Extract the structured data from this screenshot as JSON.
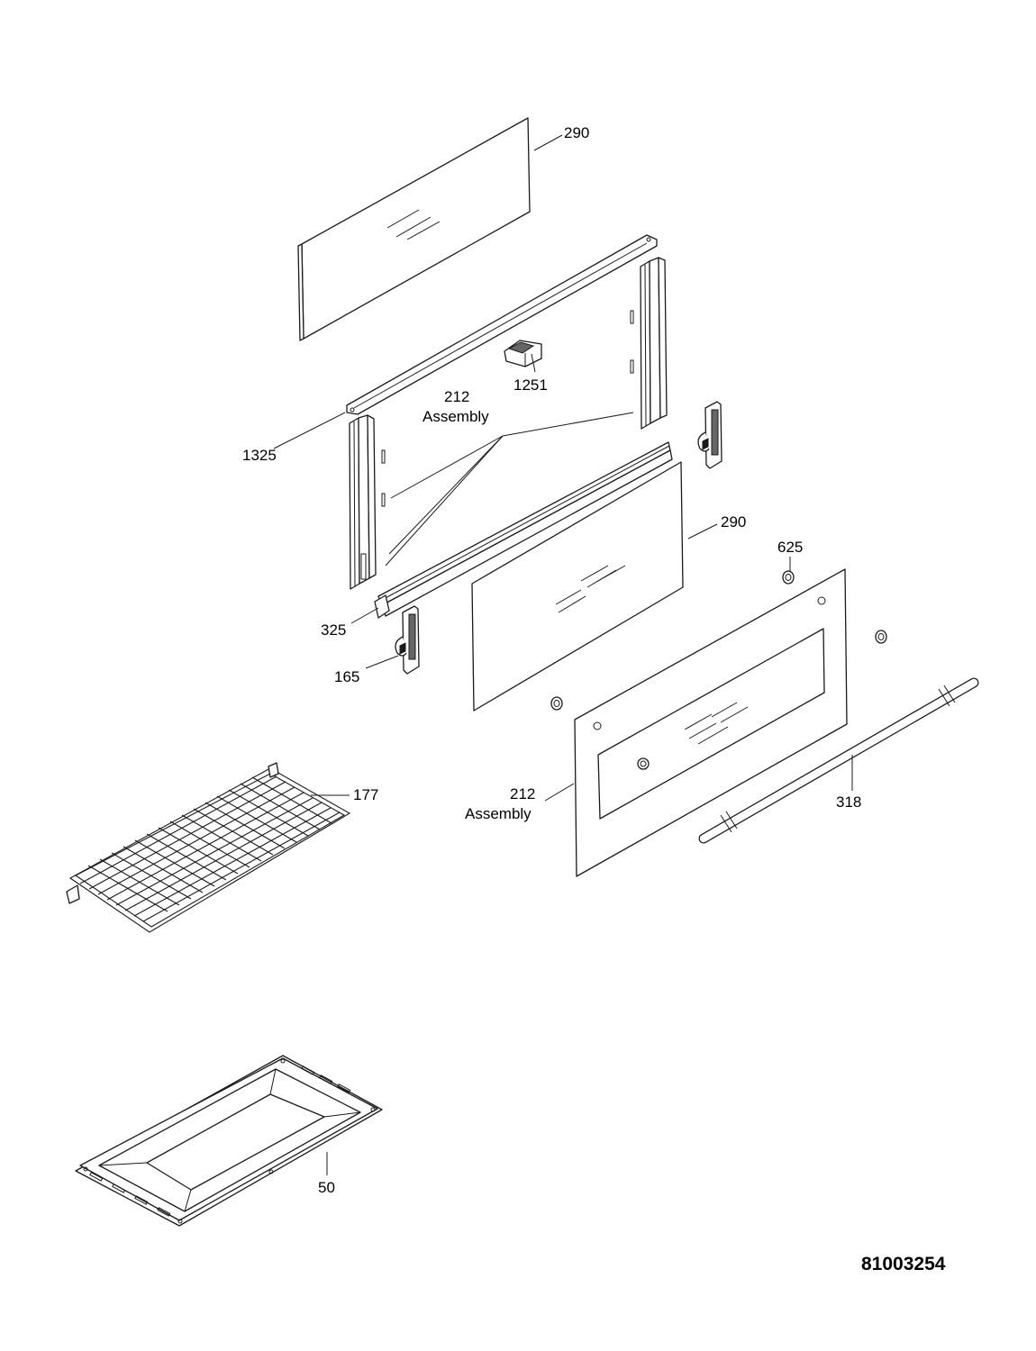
{
  "labels": {
    "glass_upper": "290",
    "glass_middle": "290",
    "bracket_1251": "1251",
    "assembly_upper_num": "212",
    "assembly_upper_word": "Assembly",
    "trim_1325": "1325",
    "channel_325": "325",
    "hinge_165": "165",
    "spacer_625": "625",
    "rack_177": "177",
    "assembly_lower_num": "212",
    "assembly_lower_word": "Assembly",
    "handle_318": "318",
    "tray_50": "50"
  },
  "drawing_number": "81003254"
}
